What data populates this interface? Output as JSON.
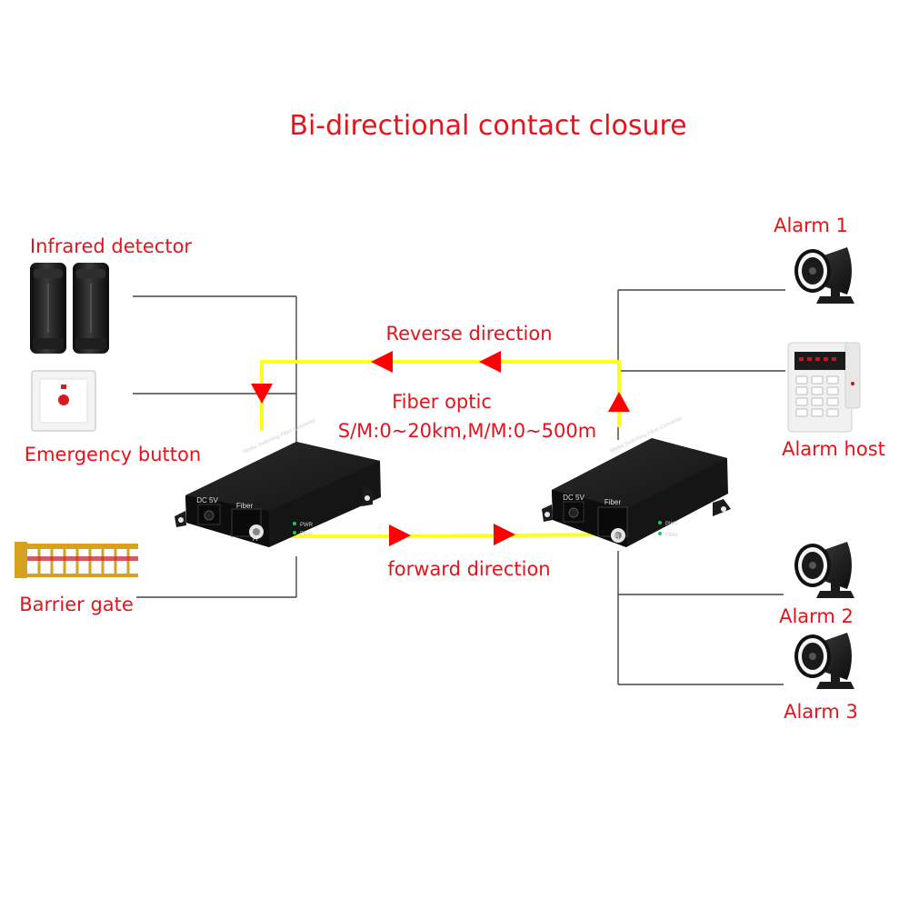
{
  "title": "Bi-directional contact closure",
  "labels": {
    "infrared_detector": "Infrared detector",
    "emergency_button": "Emergency button",
    "barrier_gate": "Barrier gate",
    "alarm_1": "Alarm 1",
    "alarm_host": "Alarm host",
    "alarm_2": "Alarm 2",
    "alarm_3": "Alarm 3",
    "reverse_direction": "Reverse direction",
    "forward_direction": "forward direction",
    "fiber_optic_line1": "Fiber optic",
    "fiber_optic_line2": "S/M:0~20km,M/M:0~500m"
  },
  "device": {
    "power_port": "DC 5V",
    "fiber_port": "Fiber",
    "led_1": "PWR",
    "led_2": "Fiber",
    "top_text": "Media Switching Fiber Converter",
    "left_marker": "A",
    "right_marker": "B"
  },
  "colors": {
    "label_red": "#e3141b",
    "fiber_yellow": "#ffff1a",
    "arrow_red": "#ff0000",
    "wire_gray": "#444444",
    "device_black": "#1c1c1c"
  },
  "icons": {
    "detector": "infrared-beam-detector-icon",
    "button": "emergency-button-icon",
    "gate": "barrier-gate-icon",
    "siren": "alarm-siren-icon",
    "host": "alarm-host-keypad-icon",
    "converter": "fiber-media-converter-icon"
  }
}
